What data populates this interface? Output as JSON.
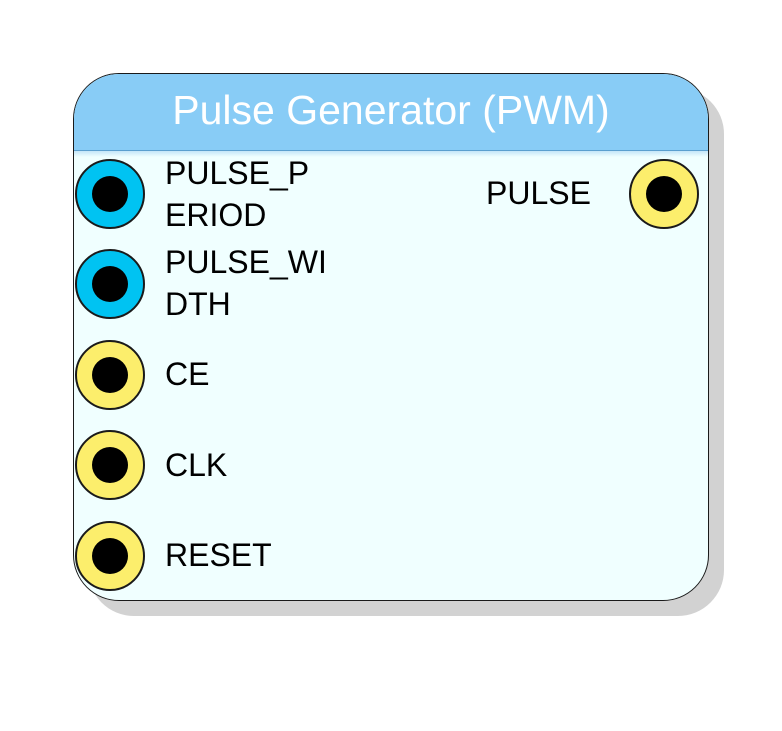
{
  "block": {
    "title": "Pulse Generator (PWM)",
    "colors": {
      "header": "#88ccf6",
      "body": "#f0ffff",
      "control_port": "#00c3f2",
      "signal_port": "#fcee6c",
      "port_core": "#000000",
      "shadow": "#d2d2d2"
    },
    "inputs": [
      {
        "name": "PULSE_PERIOD",
        "lines": [
          "PULSE_P",
          "ERIOD"
        ],
        "port_type": "control"
      },
      {
        "name": "PULSE_WIDTH",
        "lines": [
          "PULSE_WI",
          "DTH"
        ],
        "port_type": "control"
      },
      {
        "name": "CE",
        "lines": [
          "CE"
        ],
        "port_type": "signal"
      },
      {
        "name": "CLK",
        "lines": [
          "CLK"
        ],
        "port_type": "signal"
      },
      {
        "name": "RESET",
        "lines": [
          "RESET"
        ],
        "port_type": "signal"
      }
    ],
    "outputs": [
      {
        "name": "PULSE",
        "lines": [
          "PULSE"
        ],
        "port_type": "signal"
      }
    ]
  }
}
